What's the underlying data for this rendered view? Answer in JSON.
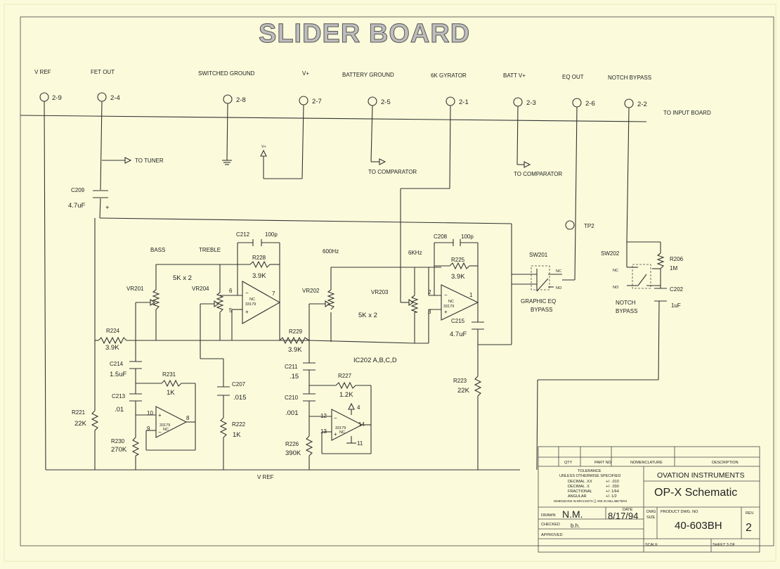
{
  "title": "SLIDER BOARD",
  "connectors": [
    {
      "label": "V REF",
      "pin": "2-9"
    },
    {
      "label": "FET OUT",
      "pin": "2-4"
    },
    {
      "label": "SWITCHED GROUND",
      "pin": "2-8"
    },
    {
      "label": "V+",
      "pin": "2-7"
    },
    {
      "label": "BATTERY GROUND",
      "pin": "2-5"
    },
    {
      "label": "6K GYRATOR",
      "pin": "2-1"
    },
    {
      "label": "BATT V+",
      "pin": "2-3"
    },
    {
      "label": "EQ OUT",
      "pin": "2-6"
    },
    {
      "label": "NOTCH BYPASS",
      "pin": "2-2"
    }
  ],
  "bus_label": "TO INPUT BOARD",
  "arrows": {
    "tuner": "TO TUNER",
    "comparator1": "TO COMPARATOR",
    "comparator2": "TO COMPARATOR",
    "vplus": "V+",
    "plus": "+"
  },
  "labels": {
    "bass": "BASS",
    "treble": "TREBLE",
    "k600": "600Hz",
    "k6": "6KHz",
    "pot1": "5K x 2",
    "pot2": "5K x 2",
    "ic": "IC202 A,B,C,D",
    "tp2": "TP2",
    "vref_bottom": "V REF",
    "sw201": "SW201",
    "sw202": "SW202",
    "nc1": "NC",
    "no1": "NO",
    "nc2": "NC",
    "no2": "NO",
    "sw201_desc1": "GRAPHIC EQ",
    "sw201_desc2": "BYPASS",
    "sw202_desc1": "NOTCH",
    "sw202_desc2": "BYPASS"
  },
  "components": {
    "c209": "C209",
    "c209v": "4.7uF",
    "c212": "C212",
    "c212v": "100p",
    "r228": "R228",
    "r228v": "3.9K",
    "c208": "C208",
    "c208v": "100p",
    "r225": "R225",
    "r225v": "3.9K",
    "vr201": "VR201",
    "vr204": "VR204",
    "vr202": "VR202",
    "vr203": "VR203",
    "r224": "R224",
    "r224v": "3.9K",
    "r229": "R229",
    "r229v": "3.9K",
    "c214": "C214",
    "c214v": "1.5uF",
    "r231": "R231",
    "r231v": "1K",
    "c213": "C213",
    "c213v": ".01",
    "c207": "C207",
    "c207v": ".015",
    "r221": "R221",
    "r221v": "22K",
    "r222": "R222",
    "r222v": "1K",
    "r230": "R230",
    "r230v": "270K",
    "c211": "C211",
    "c211v": ".15",
    "r227": "R227",
    "r227v": "1.2K",
    "c210": "C210",
    "c210v": ".001",
    "r226": "R226",
    "r226v": "390K",
    "c215": "C215",
    "c215v": "4.7uF",
    "r223": "R223",
    "r223v": "22K",
    "r206": "R206",
    "r206v": "1M",
    "c202": "C202",
    "c202v": "1uF"
  },
  "opamps": {
    "a": {
      "part": "33179",
      "nc": "NC",
      "inv": "6",
      "noninv": "5",
      "out": "7"
    },
    "b": {
      "part": "33179",
      "nc": "NC",
      "inv": "2",
      "noninv": "3",
      "out": "1"
    },
    "c": {
      "part": "33179",
      "nc": "NC",
      "inv": "10",
      "noninv": "9",
      "out": "8"
    },
    "d": {
      "part": "33179",
      "nc": "NC",
      "inv": "12",
      "noninv": "13",
      "out": "14",
      "vcc": "4",
      "gnd": "11"
    }
  },
  "title_block": {
    "qty": "QTY",
    "part_no": "PART NO",
    "nomenclature": "NOMENCLATURE",
    "description": "DESCRIPTION",
    "tolerance": "TOLERANCE",
    "unless": "UNLESS OTHERWISE SPECIFIED",
    "decimal1": "DECIMAL .XX",
    "decimal1v": "+/- .010",
    "decimal2": "DECIMAL .X",
    "decimal2v": "+/- .030",
    "fractional": "FRACTIONAL",
    "fractionalv": "+/- 1/64",
    "angular": "ANGULAR",
    "angularv": "+/- 1/2",
    "dims": "DIMENSIONS IN BRACKETS [ ] ARE IN MILLIMETERS",
    "company": "OVATION INSTRUMENTS",
    "drawing_title": "OP-X Schematic",
    "drawn_label": "DRAWN",
    "drawn": "N.M.",
    "date_label": "DATE",
    "date": "8/17/94",
    "checked_label": "CHECKED",
    "checked": "b.h.",
    "approved_label": "APPROVED",
    "dwg_size_label1": "DWG",
    "dwg_size_label2": "SIZE",
    "product_dwg_label": "PRODUCT DWG. NO",
    "dwg_no": "40-603BH",
    "rev_label": "REV.",
    "rev": "2",
    "scale_label": "SCALE",
    "sheet": "SHEET 3 OF"
  },
  "colors": {
    "paper": "#fbfbdc",
    "ink": "#333333",
    "title_fill": "#bdbdbd"
  }
}
